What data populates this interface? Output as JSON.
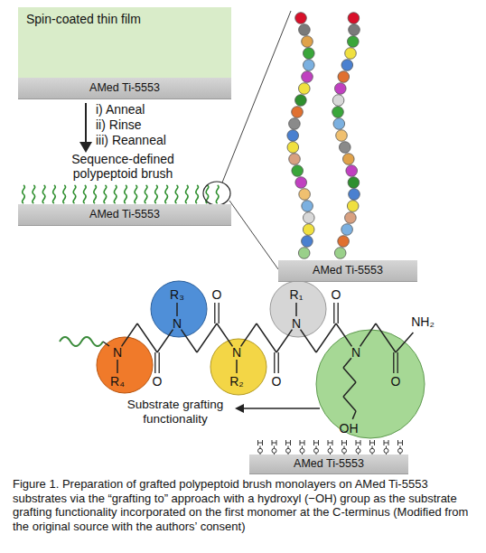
{
  "diagram": {
    "caption": "Figure 1. Preparation of grafted polypeptoid brush monolayers on AMed Ti-5553 substrates via the “grafting to” approach with a hydroxyl (−OH) group as the substrate grafting functionality incorporated on the first monomer at the C-terminus (Modified from the original source with the authors’ consent)",
    "nodes": [
      {
        "text": [
          "Spin-coated thin film"
        ]
      },
      {
        "text": [
          "AMed Ti-5553"
        ]
      },
      {
        "text": [
          "AMed Ti-5553"
        ]
      },
      {
        "text": [
          "AMed Ti-5553"
        ]
      },
      {
        "text": [
          "AMed Ti-5553"
        ]
      }
    ],
    "labels": [
      "i) Anneal",
      "ii) Rinse",
      "iii) Reanneal",
      "Sequence-defined polypeptoid brush",
      "R₃",
      "O",
      "R₁",
      "O",
      "NH₂",
      "N",
      "N",
      "N",
      "N",
      "N",
      "R₄",
      "O",
      "R₂",
      "O",
      "O",
      "Substrate grafting functionality",
      "OH"
    ]
  }
}
